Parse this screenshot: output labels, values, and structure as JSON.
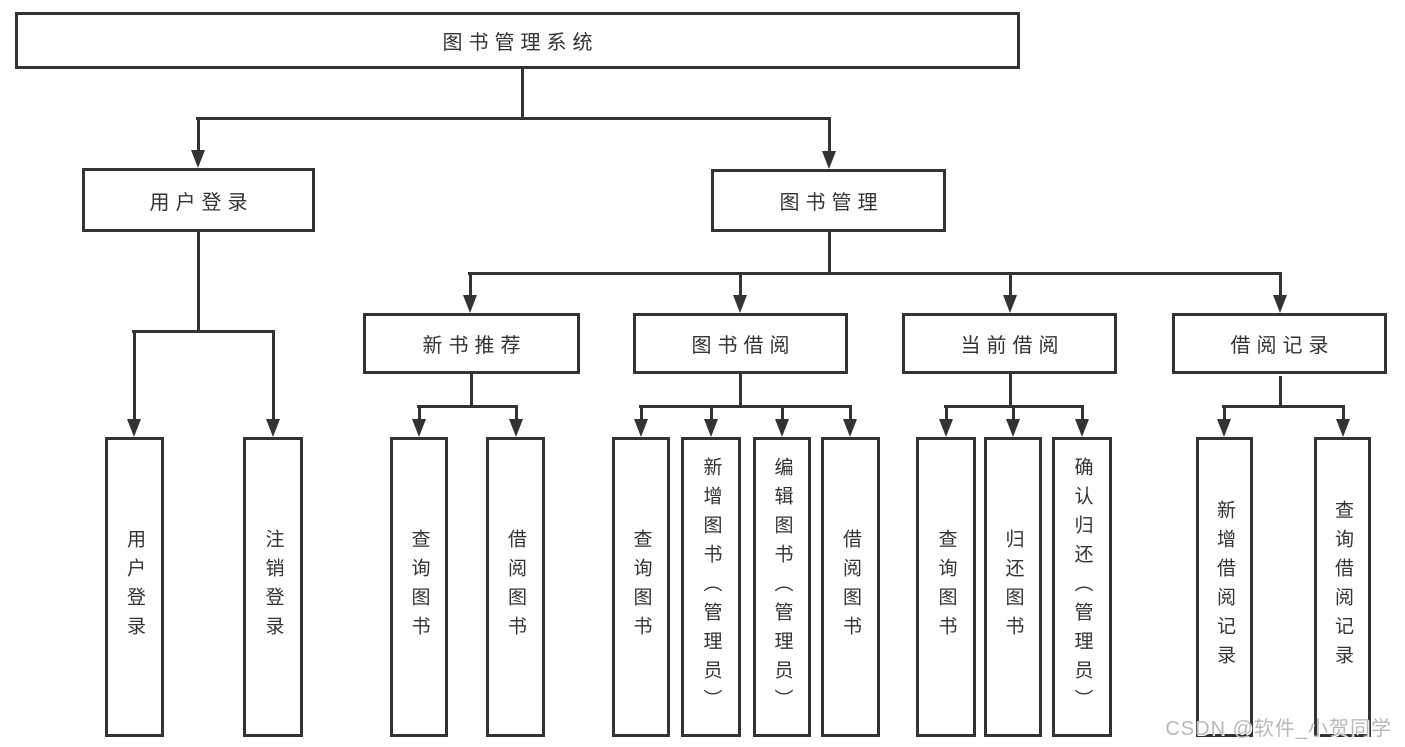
{
  "diagram": {
    "root": {
      "label": "图书管理系统"
    },
    "level2": [
      {
        "label": "用户登录"
      },
      {
        "label": "图书管理"
      }
    ],
    "level3": [
      {
        "label": "新书推荐"
      },
      {
        "label": "图书借阅"
      },
      {
        "label": "当前借阅"
      },
      {
        "label": "借阅记录"
      }
    ],
    "leaves": {
      "user_login": [
        {
          "label": "用户登录"
        },
        {
          "label": "注销登录"
        }
      ],
      "new_books": [
        {
          "label": "查询图书"
        },
        {
          "label": "借阅图书"
        }
      ],
      "book_borrow": [
        {
          "label": "查询图书"
        },
        {
          "label": "新增图书（管理员）"
        },
        {
          "label": "编辑图书（管理员）"
        },
        {
          "label": "借阅图书"
        }
      ],
      "current_borrow": [
        {
          "label": "查询图书"
        },
        {
          "label": "归还图书"
        },
        {
          "label": "确认归还（管理员）"
        }
      ],
      "borrow_records": [
        {
          "label": "新增借阅记录"
        },
        {
          "label": "查询借阅记录"
        }
      ]
    },
    "colors": {
      "line": "#333333",
      "box_border": "#333333",
      "text": "#333333",
      "background": "#ffffff",
      "watermark": "#b9b9b9"
    }
  },
  "watermark": {
    "text": "CSDN @软件_小贺同学"
  }
}
